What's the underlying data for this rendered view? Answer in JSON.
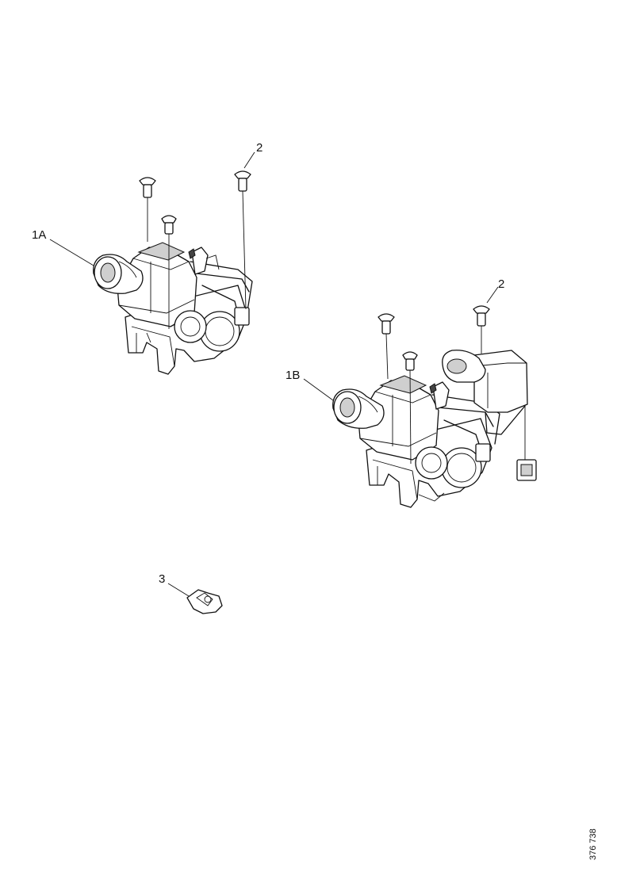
{
  "labels": {
    "unit_a": "1A",
    "unit_b": "1B",
    "fastener_a": "2",
    "fastener_b": "2",
    "bracket": "3"
  },
  "document_id": "376 738"
}
